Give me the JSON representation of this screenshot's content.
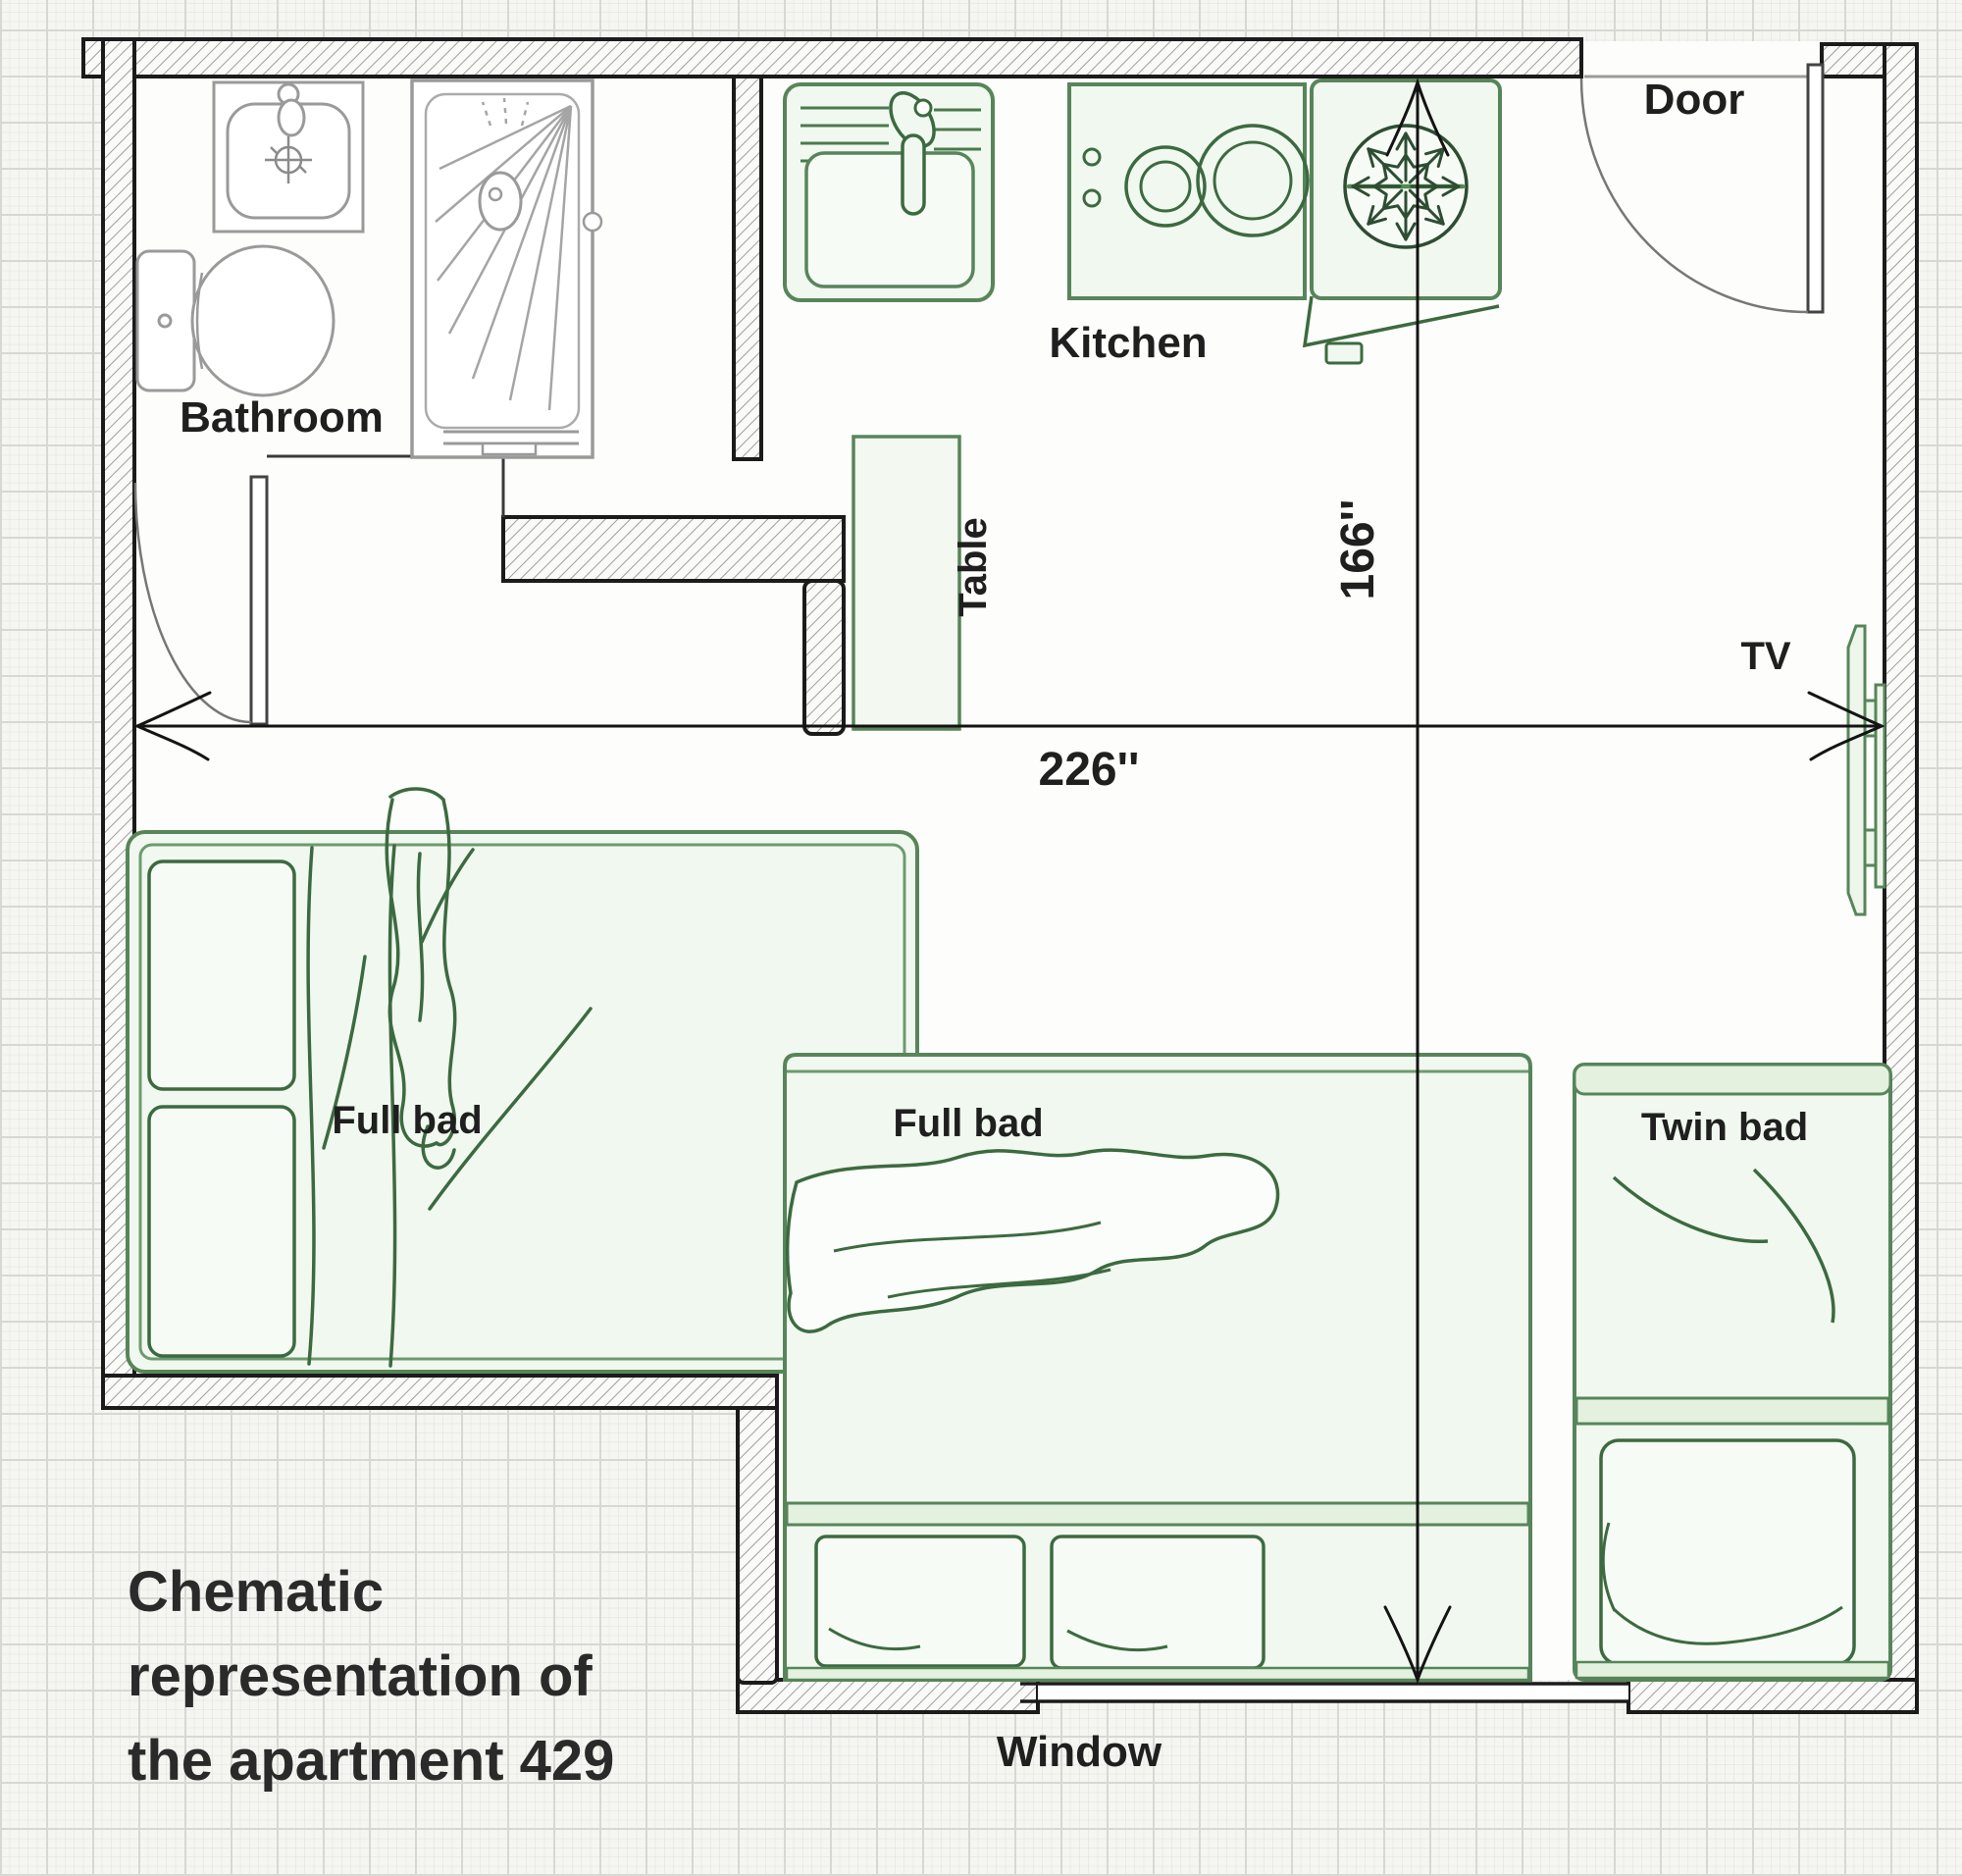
{
  "title": "Chematic representation of the apartment 429",
  "caption": {
    "line1": "Chematic",
    "line2": "representation of",
    "line3": "the apartment 429"
  },
  "rooms": {
    "bathroom": "Bathroom",
    "kitchen": "Kitchen"
  },
  "labels": {
    "door": "Door",
    "window": "Window",
    "table": "Table",
    "tv": "TV"
  },
  "furniture": {
    "full_bed_left": "Full bad",
    "full_bed_middle": "Full bad",
    "twin_bed": "Twin bad"
  },
  "dimensions": {
    "width": "226''",
    "height": "166''"
  },
  "icons": {
    "bathroom_sink": "sink-icon",
    "toilet": "toilet-icon",
    "shower": "shower-icon",
    "kitchen_sink": "kitchen-sink-icon",
    "stove": "stove-icon",
    "fridge": "fridge-snowflake-icon",
    "door_swing": "door-swing-icon",
    "table": "table-icon",
    "tv": "tv-icon",
    "beds": "bed-icon",
    "window": "window-icon",
    "dimension_arrows": "dimension-arrow-icon"
  },
  "colors": {
    "wall_outline": "#1b1b1b",
    "hatch_gray": "#9e9e9e",
    "furniture_green": "#57855a",
    "furniture_green_dark": "#3c6a40",
    "furniture_fill": "#f1f8ef",
    "band_fill": "#e4f1df",
    "fixture_gray": "#9a9a9a",
    "label_color": "#1f1f1f",
    "paper": "#f5f5f2",
    "floor": "#fdfdfc"
  }
}
